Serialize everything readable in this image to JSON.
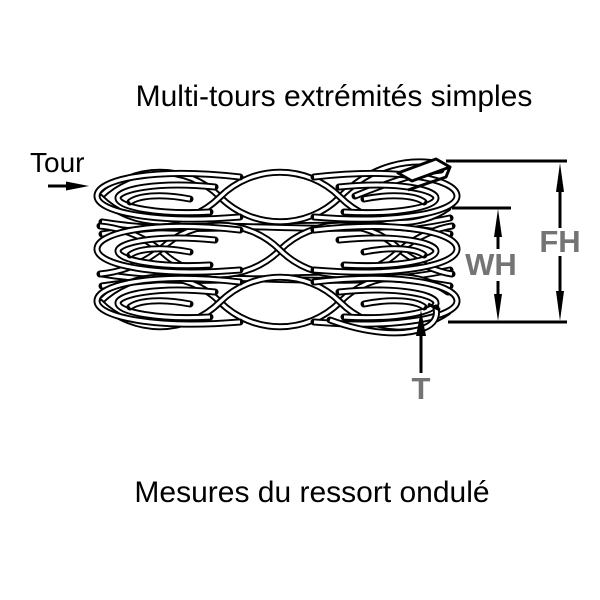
{
  "title": "Multi-tours extrémités simples",
  "caption": "Mesures du ressort ondulé",
  "labels": {
    "tour": "Tour",
    "wave_height": "WH",
    "free_height": "FH",
    "thickness": "T"
  },
  "colors": {
    "line": "#000000",
    "dimension_label": "#747474",
    "background": "#ffffff"
  }
}
